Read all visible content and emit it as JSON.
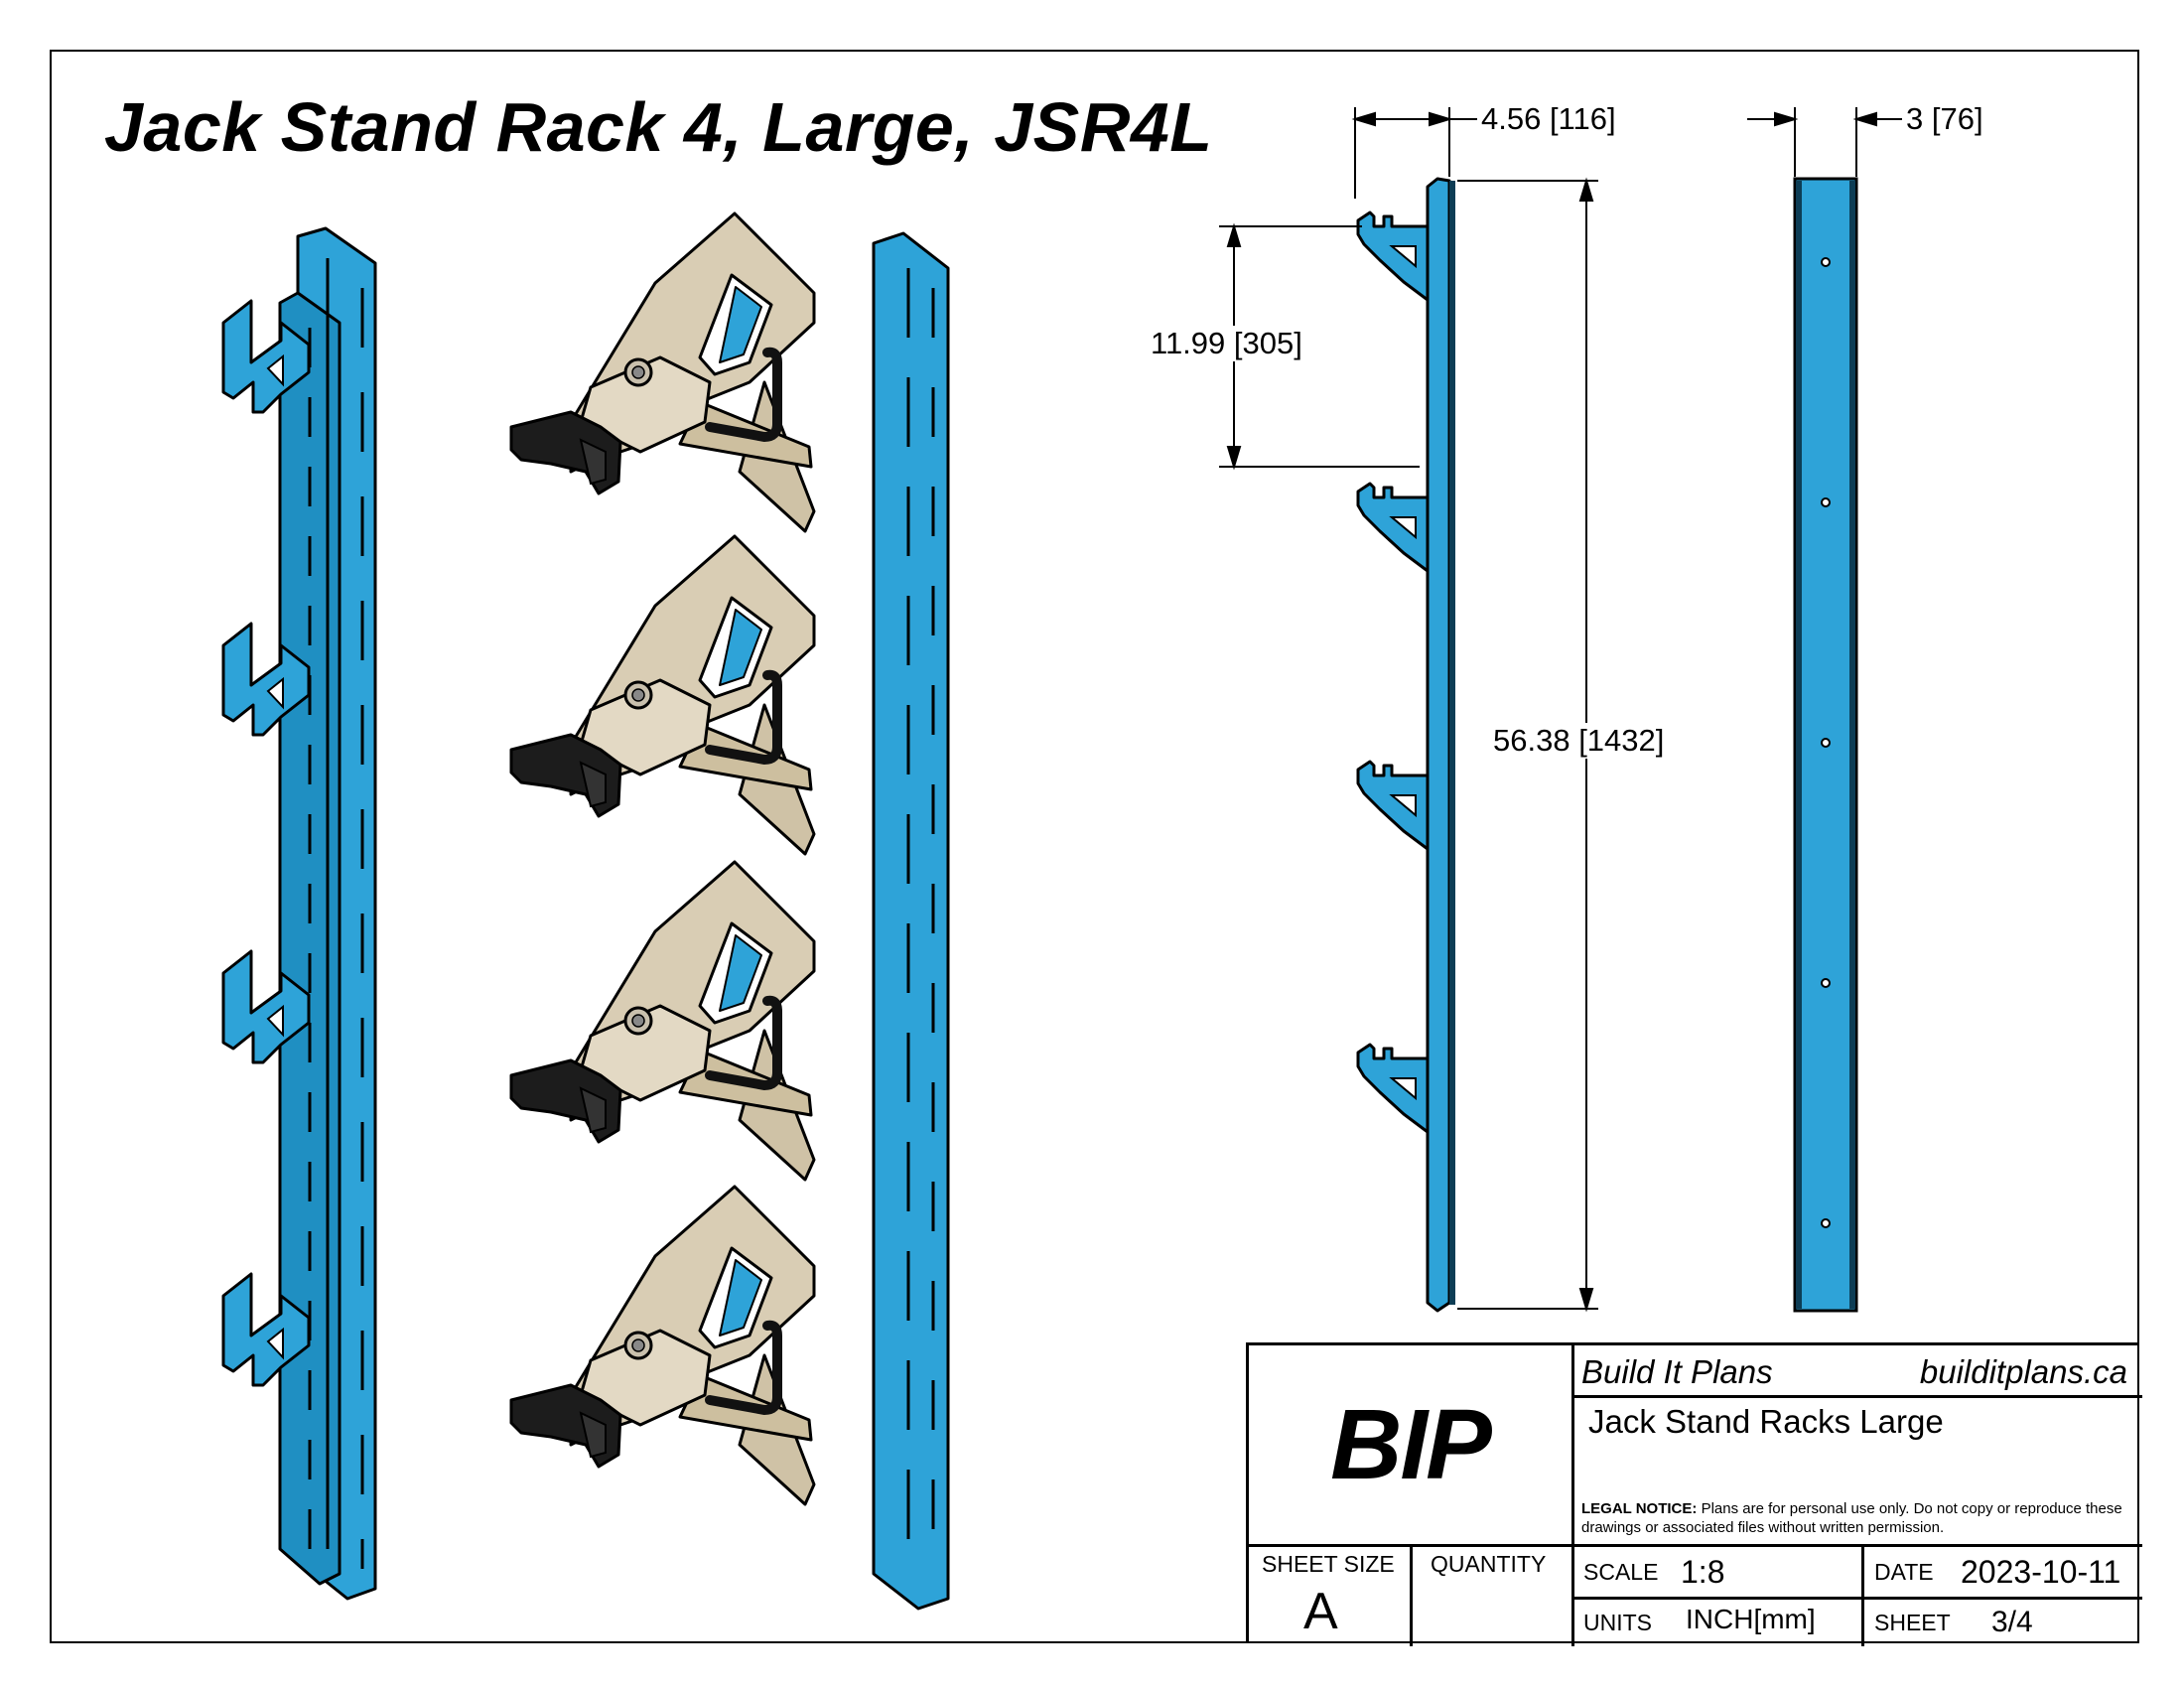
{
  "title": "Jack Stand Rack 4, Large, JSR4L",
  "dimensions": {
    "depth": "4.56 [116]",
    "width": "3 [76]",
    "spacing": "11.99 [305]",
    "height": "56.38 [1432]"
  },
  "title_block": {
    "logo": "BIP",
    "company": "Build It Plans",
    "website": "builditplans.ca",
    "project": "Jack Stand Racks Large",
    "legal_label": "LEGAL NOTICE:",
    "legal_text": "Plans are for personal use only. Do not copy or reproduce these drawings or associated files without written permission.",
    "sheet_size_label": "SHEET SIZE",
    "sheet_size": "A",
    "quantity_label": "QUANTITY",
    "quantity": "",
    "scale_label": "SCALE",
    "scale": "1:8",
    "date_label": "DATE",
    "date": "2023-10-11",
    "units_label": "UNITS",
    "units": "INCH[mm]",
    "sheet_label": "SHEET",
    "sheet": "3/4"
  },
  "colors": {
    "rack_blue": "#2ea3d8",
    "rack_blue_dark": "#1b7fb0",
    "stand_tan": "#d9cdb4",
    "stand_tan_dark": "#b8aa8c",
    "handle_black": "#1c1c1c"
  }
}
